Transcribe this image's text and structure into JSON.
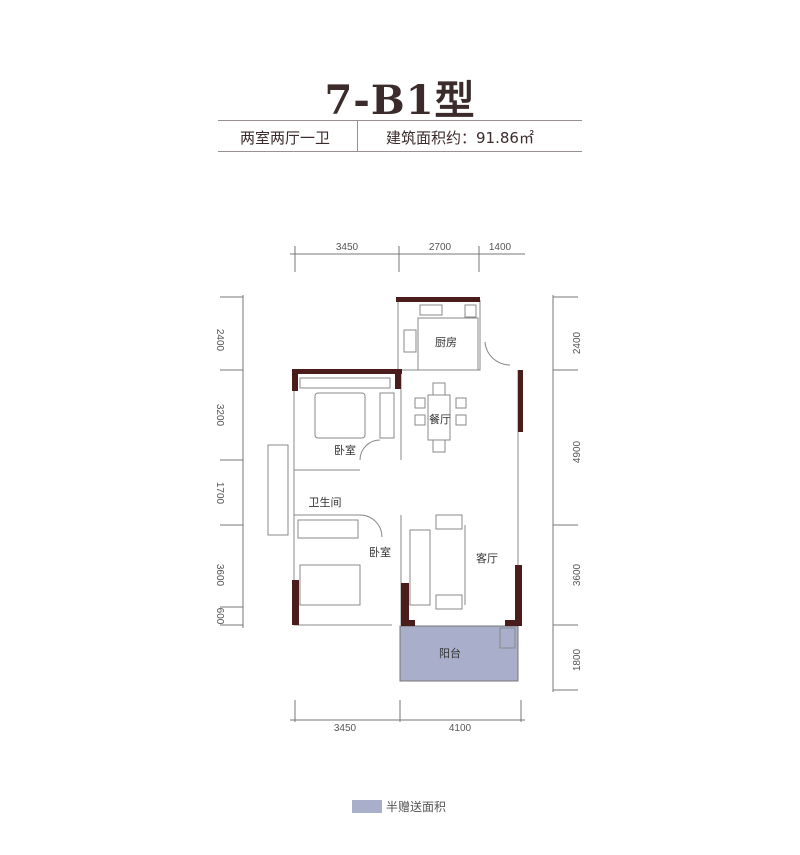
{
  "header": {
    "title": "7-B1型",
    "layout": "两室两厅一卫",
    "area": "建筑面积约：91.86㎡"
  },
  "dimensions": {
    "top": [
      "3450",
      "2700",
      "1400"
    ],
    "bottom": [
      "3450",
      "4100"
    ],
    "left": [
      "2400",
      "3200",
      "1700",
      "3600",
      "600"
    ],
    "right": [
      "2400",
      "4900",
      "3600",
      "1800"
    ]
  },
  "rooms": {
    "kitchen": "厨房",
    "dining": "餐厅",
    "bedroom_master": "卧室",
    "bathroom": "卫生间",
    "bedroom_second": "卧室",
    "living": "客厅",
    "balcony": "阳台"
  },
  "legend": {
    "label": "半赠送面积",
    "color": "#a9aecb"
  },
  "colors": {
    "wall": "#4a1c1c",
    "balcony": "#a9aecb"
  }
}
